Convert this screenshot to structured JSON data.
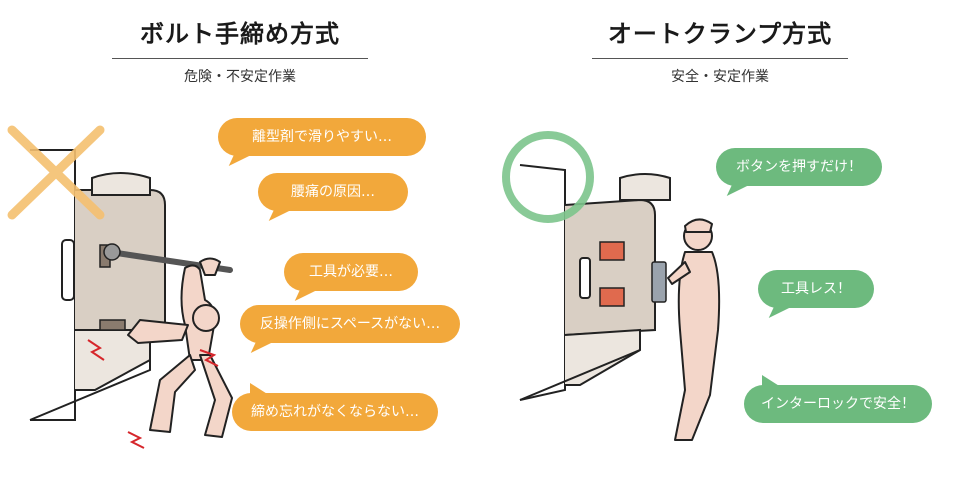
{
  "left": {
    "title": "ボルト手締め方式",
    "subtitle": "危険・不安定作業",
    "bubbles": [
      "離型剤で滑りやすい…",
      "腰痛の原因…",
      "工具が必要…",
      "反操作側にスペースがない…",
      "締め忘れがなくならない…"
    ]
  },
  "right": {
    "title": "オートクランプ方式",
    "subtitle": "安全・安定作業",
    "bubbles": [
      "ボタンを押すだけ！",
      "工具レス！",
      "インターロックで安全！"
    ]
  },
  "colors": {
    "warning": "#f2a83b",
    "positive": "#6dba7e",
    "cross_mark": "#f5c070",
    "ok_circle": "#7cc48c",
    "machine": "#d9cfc4",
    "figure": "#f3d6c9"
  }
}
